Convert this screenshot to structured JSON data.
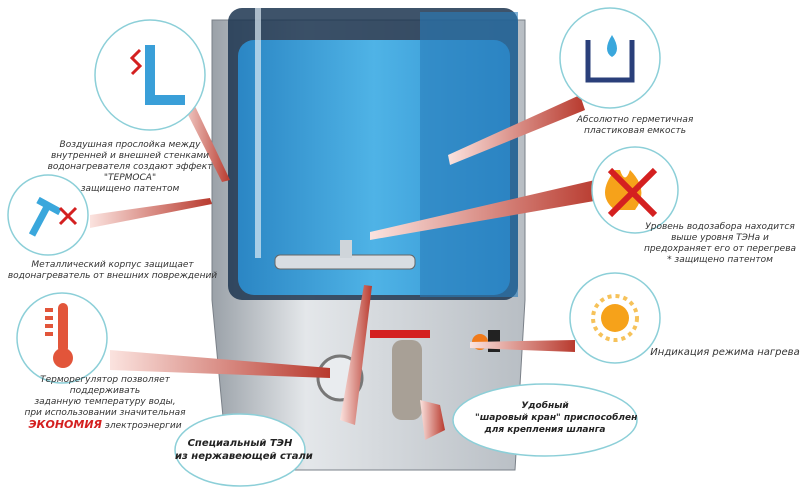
{
  "colors": {
    "water": "#3a9fd8",
    "arrow": "#c0392b",
    "body": "#c8cdd2",
    "circle": "#8ccfd8"
  },
  "callouts": {
    "air_layer": {
      "icon": "wall-layers-icon",
      "lines": [
        "Воздушная прослойка между",
        "внутренней и внешней стенками",
        "водонагревателя создают эффект",
        "\"ТЕРМОСА\"",
        "защищено патентом"
      ]
    },
    "metal_body": {
      "icon": "hammer-icon",
      "lines": [
        "Металлический корпус защищает",
        "водонагреватель от внешних повреждений"
      ]
    },
    "thermostat": {
      "icon": "thermometer-icon",
      "lines": [
        "Терморегулятор позволяет",
        "поддерживать",
        "заданную температуру воды,",
        "при использовании значительная"
      ],
      "highlight": "ЭКОНОМИЯ",
      "tail": "электроэнергии"
    },
    "heating_element": {
      "lines": [
        "Специальный ТЭН",
        "из нержавеющей стали"
      ]
    },
    "container": {
      "icon": "water-drop-icon",
      "lines": [
        "Абсолютно герметичная",
        "пластиковая емкость"
      ]
    },
    "overheat": {
      "icon": "no-fire-icon",
      "lines": [
        "Уровень водозабора находится",
        "выше уровня ТЭНа и",
        "предохраняет его от перегрева",
        "* защищено патентом"
      ]
    },
    "indicator": {
      "icon": "sun-icon",
      "lines": [
        "Индикация режима нагрева"
      ]
    },
    "tap": {
      "lines": [
        "Удобный",
        "\"шаровый кран\" приспособлен",
        "для крепления шланга"
      ]
    }
  }
}
